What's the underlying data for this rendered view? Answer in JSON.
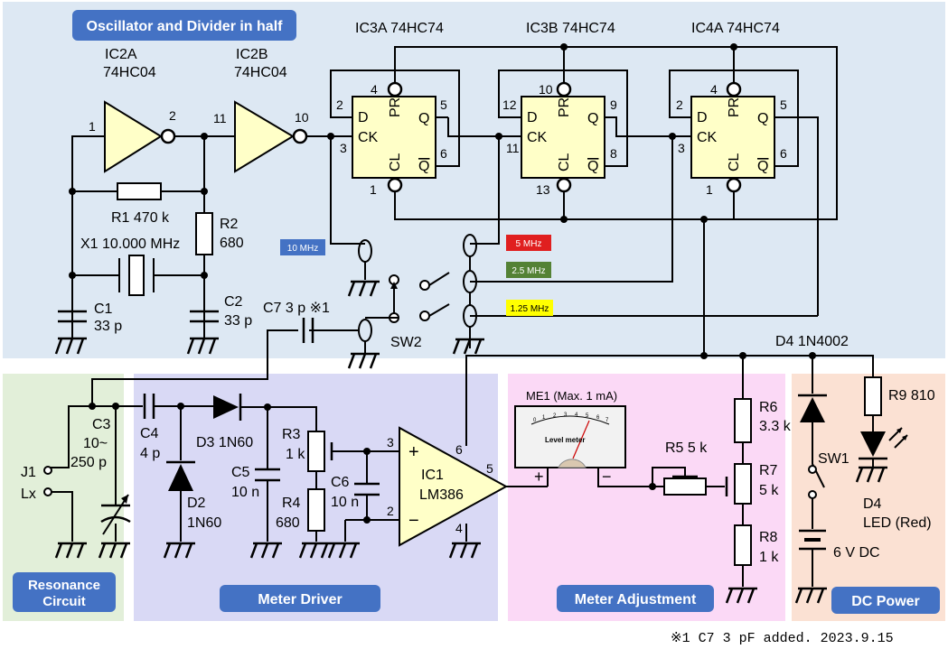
{
  "sections": {
    "oscillator": "Oscillator and Divider in half",
    "resonance": [
      "Resonance",
      "Circuit"
    ],
    "meter_driver": "Meter Driver",
    "meter_adjustment": "Meter Adjustment",
    "dc_power": "DC Power"
  },
  "colors": {
    "osc_bg": "#dde8f3",
    "reso_bg": "#e2efd9",
    "driver_bg": "#d9d9f5",
    "adjust_bg": "#fbd9f6",
    "power_bg": "#fbe1d3",
    "header_bg": "#4472c4",
    "tag_10": "#4472c4",
    "tag_5": "#e01f1f",
    "tag_25": "#548235",
    "tag_125": "#ffff00"
  },
  "ics": {
    "ic2a": [
      "IC2A",
      "74HC04"
    ],
    "ic2b": [
      "IC2B",
      "74HC04"
    ],
    "ic3a": "IC3A  74HC74",
    "ic3b": "IC3B  74HC74",
    "ic4a": "IC4A  74HC74",
    "ic1": [
      "IC1",
      "LM386"
    ]
  },
  "ff_pins": {
    "d": "D",
    "ck": "CK",
    "pr": "PR",
    "cl": "CL",
    "q": "Q",
    "qbar": "Q"
  },
  "pin_numbers": {
    "ic2a_in": "1",
    "ic2a_out": "2",
    "ic2b_in": "11",
    "ic2b_out": "10",
    "ic3a": [
      "2",
      "3",
      "4",
      "5",
      "6",
      "1"
    ],
    "ic3b": [
      "12",
      "11",
      "10",
      "9",
      "8",
      "13"
    ],
    "ic4a": [
      "2",
      "3",
      "4",
      "5",
      "6",
      "1"
    ],
    "ic1": [
      "3",
      "2",
      "6",
      "5",
      "4"
    ]
  },
  "components": {
    "r1": "R1  470 k",
    "r2": [
      "R2",
      "680"
    ],
    "x1": "X1  10.000 MHz",
    "c1": [
      "C1",
      "33 p"
    ],
    "c2": [
      "C2",
      "33 p"
    ],
    "c7": "C7  3 p ※1",
    "sw2": "SW2",
    "c3": [
      "C3",
      "10~",
      "250 p"
    ],
    "c4": [
      "C4",
      "4 p"
    ],
    "d3": "D3 1N60",
    "d2": [
      "D2",
      "1N60"
    ],
    "c5": [
      "C5",
      "10 n"
    ],
    "r3": [
      "R3",
      "1 k"
    ],
    "r4": [
      "R4",
      "680"
    ],
    "c6": [
      "C6",
      "10 n"
    ],
    "me1": "ME1 (Max. 1 mA)",
    "meter_face": "Level meter",
    "meter_scale": [
      "0",
      "1",
      "2",
      "3",
      "4",
      "5",
      "6",
      "7"
    ],
    "r5": "R5 5 k",
    "r6": [
      "R6",
      "3.3 k"
    ],
    "r7": [
      "R7",
      "5 k"
    ],
    "r8": [
      "R8",
      "1 k"
    ],
    "d4diode": "D4 1N4002",
    "r9": "R9 810",
    "sw1": "SW1",
    "led": [
      "D4",
      "LED (Red)"
    ],
    "battery": "6 V DC",
    "j1": "J1",
    "lx": "Lx",
    "plus": "+",
    "minus": "−"
  },
  "freq_tags": [
    "10 MHz",
    "5 MHz",
    "2.5 MHz",
    "1.25 MHz"
  ],
  "footnote": "※1 C7 3 pF added. 2023.9.15"
}
